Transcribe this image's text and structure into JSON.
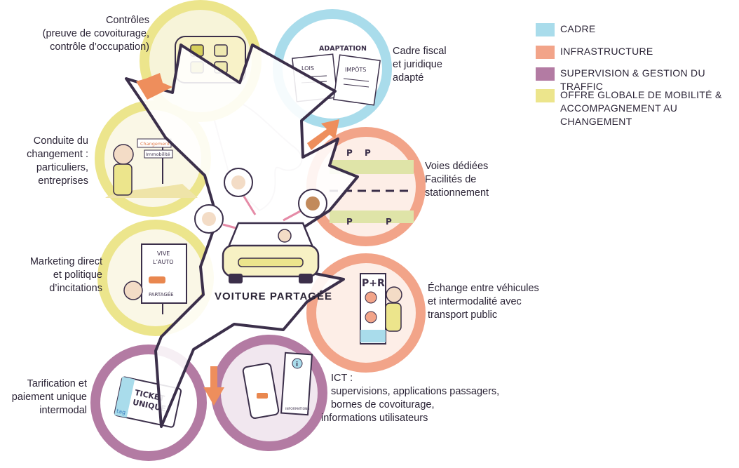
{
  "legend": [
    {
      "lines": [
        "CADRE"
      ],
      "color": "#a9dceb"
    },
    {
      "lines": [
        "INFRASTRUCTURE"
      ],
      "color": "#f2a489"
    },
    {
      "lines": [
        "SUPERVISION & GESTION DU TRAFFIC"
      ],
      "color": "#b37ba3"
    },
    {
      "lines": [
        "OFFRE GLOBALE DE MOBILITÉ &",
        "ACCOMPAGNEMENT AU CHANGEMENT"
      ],
      "color": "#ece58c"
    }
  ],
  "center_label": "VOITURE PARTAGÉE",
  "labels": {
    "controles": [
      "Contrôles",
      "(preuve de covoiturage,",
      "contrôle d’occupation)"
    ],
    "cadre_fiscal": [
      "Cadre fiscal",
      "et juridique",
      "adapté"
    ],
    "conduite": [
      "Conduite du",
      "changement :",
      "particuliers,",
      "entreprises"
    ],
    "voies": [
      "Voies dédiées",
      "Facilités de",
      "stationnement"
    ],
    "marketing": [
      "Marketing direct",
      "et politique",
      "d’incitations"
    ],
    "echange": [
      "Échange entre véhicules",
      "et intermodalité avec",
      "transport public"
    ],
    "tarification": [
      "Tarification et",
      "paiement unique",
      "intermodal"
    ],
    "ict": [
      "ICT :",
      "supervisions, applications passagers,",
      "bornes de covoiturage,",
      "informations utilisateurs"
    ]
  },
  "illustration_text": {
    "adaptation": "ADAPTATION",
    "lois": "LOIS",
    "impots": "IMPÔTS",
    "changement": "Changement",
    "immobilite": "Immobilité",
    "vive": "VIVE",
    "l_auto": "L’AUTO",
    "partagee": "PARTAGÉE",
    "parking": "P",
    "p_plus_r": "P+R",
    "ticket": "TICKET",
    "unique": "UNIQUE",
    "tag": "tag",
    "info": "i",
    "informations": "INFORMATIONS"
  }
}
